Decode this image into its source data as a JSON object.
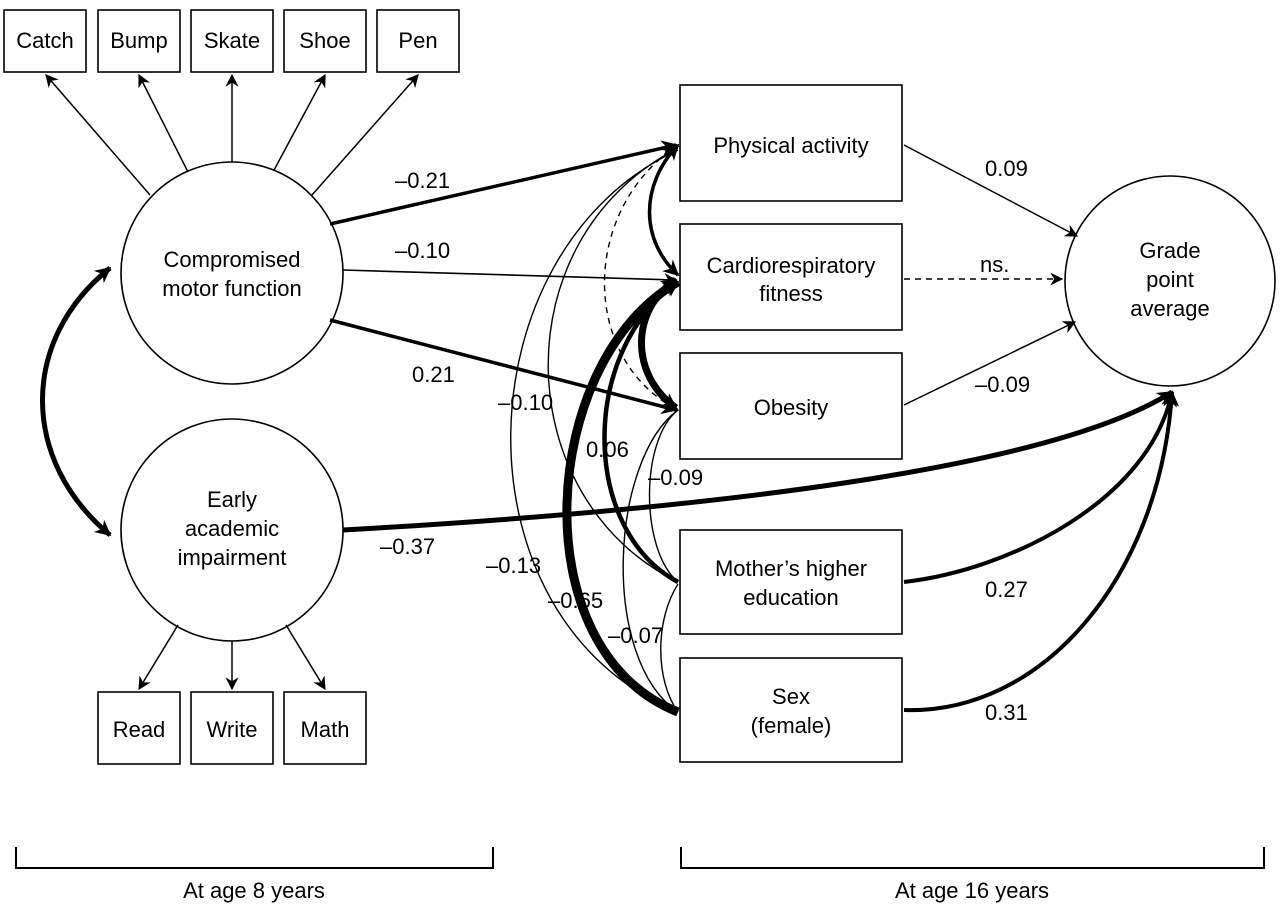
{
  "indicators_motor": [
    "Catch",
    "Bump",
    "Skate",
    "Shoe",
    "Pen"
  ],
  "indicators_academic": [
    "Read",
    "Write",
    "Math"
  ],
  "latent": {
    "motor": [
      "Compromised",
      "motor function"
    ],
    "academic": [
      "Early",
      "academic",
      "impairment"
    ],
    "gpa": [
      "Grade",
      "point",
      "average"
    ]
  },
  "observed": {
    "physical_activity": [
      "Physical activity"
    ],
    "fitness": [
      "Cardiorespiratory",
      "fitness"
    ],
    "obesity": [
      "Obesity"
    ],
    "mother_education": [
      "Mother’s higher",
      "education"
    ],
    "sex": [
      "Sex",
      "(female)"
    ]
  },
  "coefficients": {
    "motor_to_pa": "–0.21",
    "motor_to_fitness": "–0.10",
    "motor_to_obesity": "0.21",
    "pa_to_gpa": "0.09",
    "fitness_to_gpa": "ns.",
    "obesity_to_gpa": "–0.09",
    "academic_to_gpa": "–0.37",
    "mother_to_gpa": "0.27",
    "sex_to_gpa": "0.31",
    "cov_a": "–0.10",
    "cov_b": "0.06",
    "cov_c": "–0.09",
    "cov_d": "–0.13",
    "cov_e": "–0.65",
    "cov_f": "–0.07"
  },
  "brackets": {
    "age8": "At age 8 years",
    "age16": "At age 16 years"
  }
}
